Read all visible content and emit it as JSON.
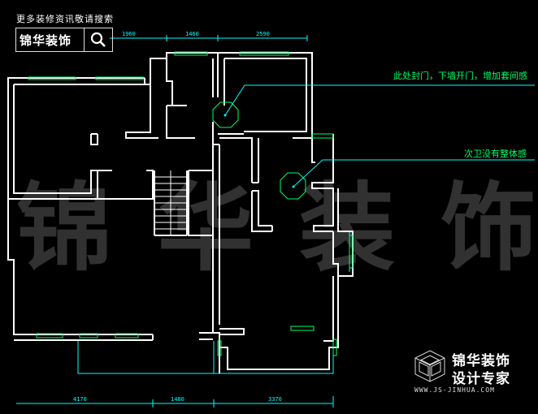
{
  "header": {
    "top_note": "更多装修资讯敬请搜索",
    "logo_text": "锦华装饰"
  },
  "watermark": [
    "锦",
    "华",
    "装",
    "饰"
  ],
  "dimensions": {
    "top": [
      "1960",
      "1460",
      "2590"
    ],
    "bottom": [
      "4170",
      "1480",
      "3370"
    ]
  },
  "annotations": {
    "note1": "此处封门，下墙开门，增加套间感",
    "note2": "次卫没有整体感"
  },
  "brand": {
    "name": "锦华装饰",
    "sub": "设计专家",
    "url": "WWW.JS-JINHUA.COM"
  },
  "colors": {
    "wall": "#ffffff",
    "window": "#00ff66",
    "dimension": "#00ffff",
    "annotation": "#00ff66",
    "background": "#000000"
  }
}
